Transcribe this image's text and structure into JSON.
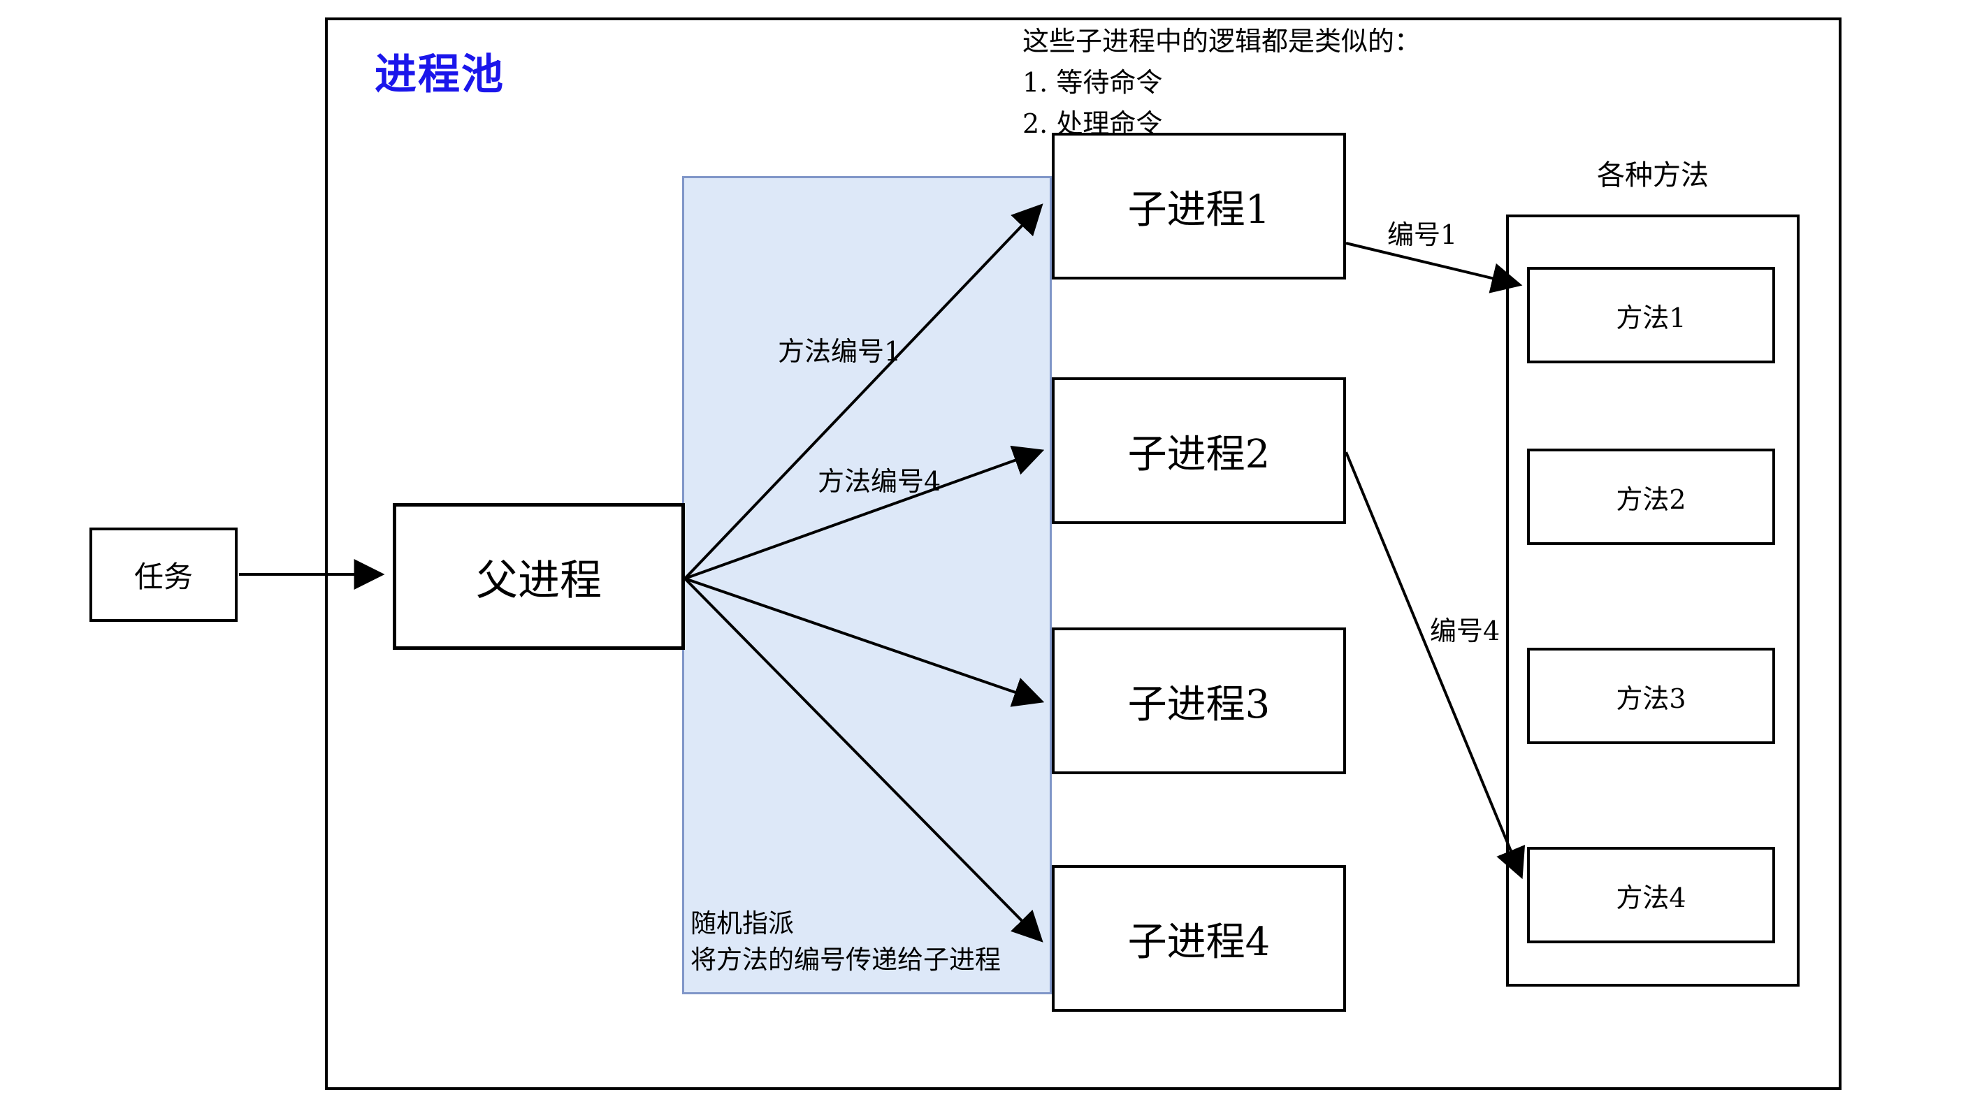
{
  "title": "进程池",
  "top_note": [
    "这些子进程中的逻辑都是类似的：",
    "1. 等待命令",
    "2. 处理命令"
  ],
  "task_label": "任务",
  "parent_label": "父进程",
  "pool_note": [
    "随机指派",
    "将方法的编号传递给子进程"
  ],
  "children": [
    "子进程1",
    "子进程2",
    "子进程3",
    "子进程4"
  ],
  "methods_title": "各种方法",
  "methods": [
    "方法1",
    "方法2",
    "方法3",
    "方法4"
  ],
  "arrow_labels": {
    "method_no_1": "方法编号1",
    "method_no_4": "方法编号4",
    "no_1": "编号1",
    "no_4": "编号4"
  },
  "colors": {
    "title_blue": "#1b16eb",
    "pool_fill": "#dde8f8",
    "pool_border": "#8096c8",
    "line_black": "#000000"
  }
}
